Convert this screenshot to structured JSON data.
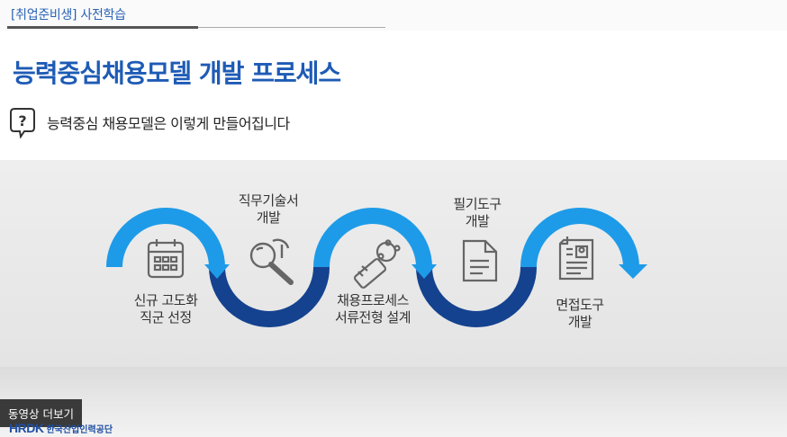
{
  "header": {
    "section_tag": "[취업준비생] 사전학습"
  },
  "page": {
    "title": "능력중심채용모델 개발 프로세스",
    "subtitle": "능력중심 채용모델은 이렇게 만들어집니다"
  },
  "process": {
    "steps": [
      {
        "label": "신규 고도화\n직군 선정",
        "icon": "calendar-icon"
      },
      {
        "label": "직무기술서\n개발",
        "icon": "magnifier-icon"
      },
      {
        "label": "채용프로세스\n서류전형 설계",
        "icon": "key-icon"
      },
      {
        "label": "필기도구\n개발",
        "icon": "document-icon"
      },
      {
        "label": "면접도구\n개발",
        "icon": "profile-document-icon"
      }
    ],
    "colors": {
      "light_arc": "#1e9be8",
      "dark_arc": "#14428f",
      "icon": "#666666"
    }
  },
  "footer": {
    "more_button": "동영상 더보기",
    "logo_mark": "HRDK",
    "logo_text": "한국산업인력공단"
  }
}
